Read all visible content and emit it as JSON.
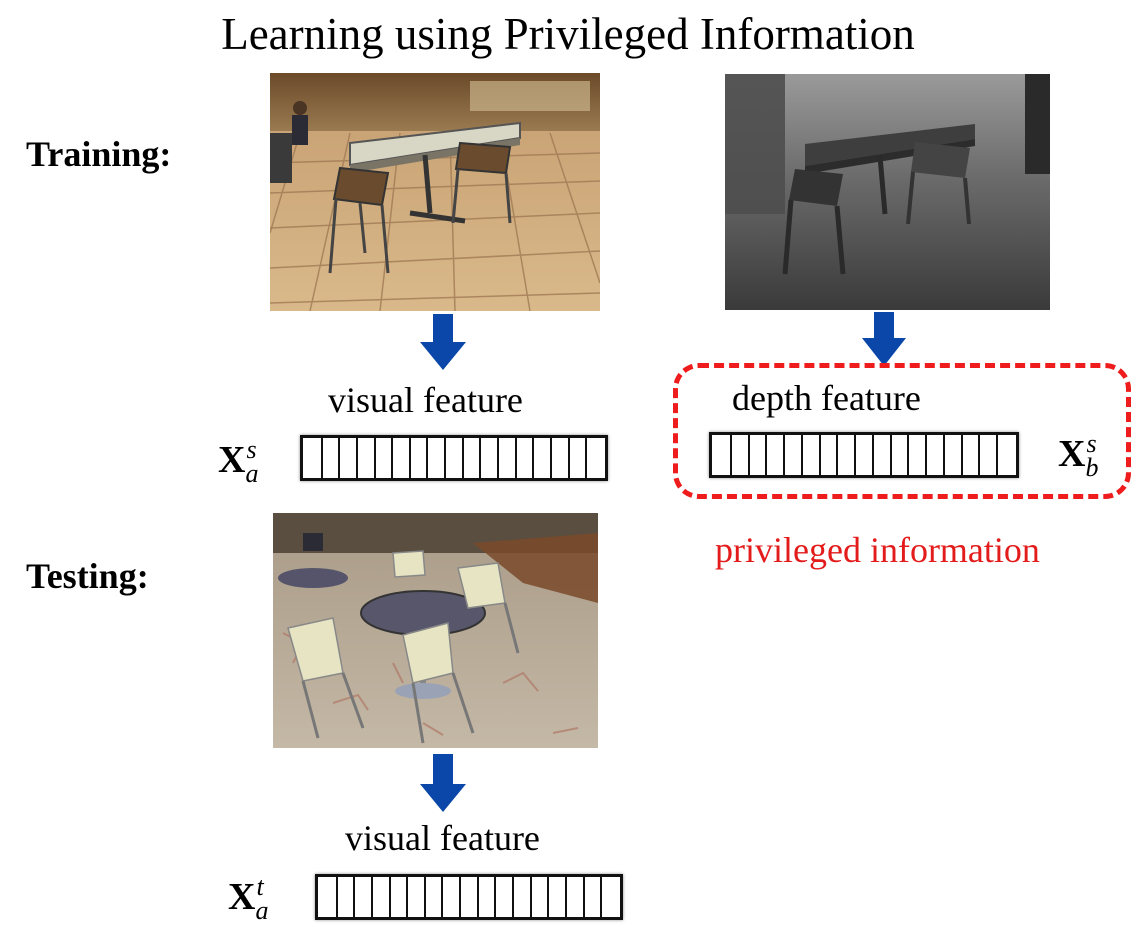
{
  "title": "Learning using Privileged Information",
  "training": {
    "label": "Training:",
    "visual_feature_label": "visual feature",
    "visual_var": {
      "base": "X",
      "sub": "a",
      "sup": "s"
    },
    "depth_feature_label": "depth feature",
    "depth_var": {
      "base": "X",
      "sub": "b",
      "sup": "s"
    },
    "privileged_label": "privileged information"
  },
  "testing": {
    "label": "Testing:",
    "visual_feature_label": "visual feature",
    "visual_var": {
      "base": "X",
      "sub": "a",
      "sup": "t"
    }
  },
  "colors": {
    "arrow": "#0a47a9",
    "privileged": "#e31b1b",
    "dashed_box": "#ee1c1c"
  }
}
